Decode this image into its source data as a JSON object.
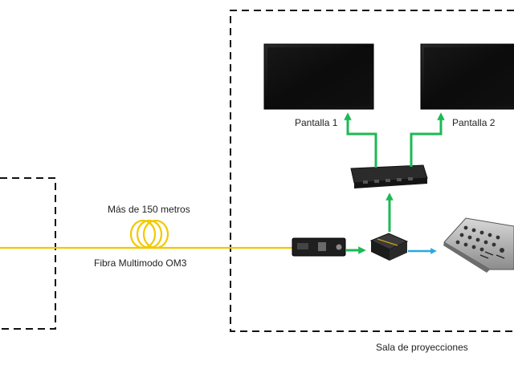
{
  "labels": {
    "screen_1": "Pantalla 1",
    "screen_2": "Pantalla 2",
    "distance": "Más de 150 metros",
    "cable": "Fibra Multimodo OM3",
    "room": "Sala de proyecciones"
  },
  "colors": {
    "fiber": "#f2c900",
    "hdmi_link": "#1db954",
    "audio_link": "#29a8e0",
    "boundary": "#111111",
    "screen": "#0d0d0d"
  }
}
